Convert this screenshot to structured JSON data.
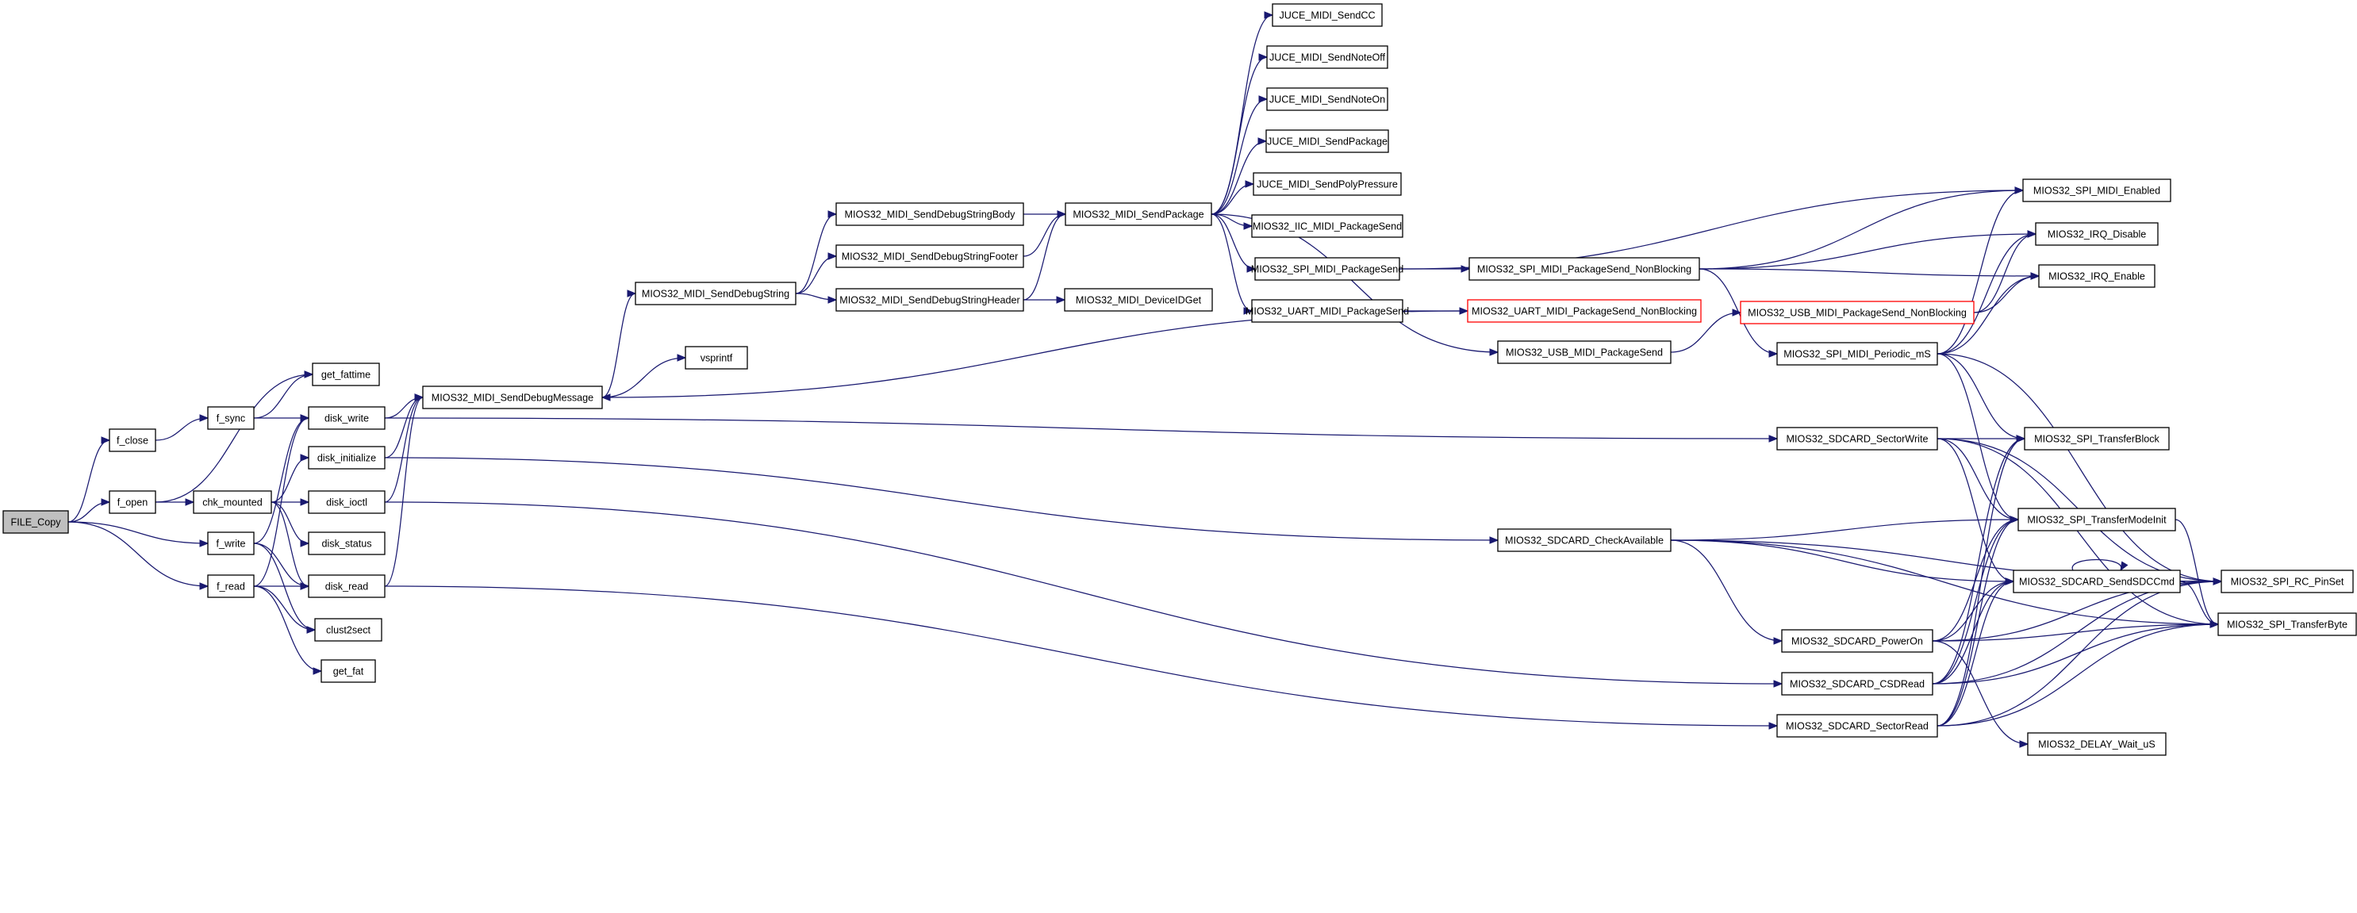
{
  "colors": {
    "edge": "#191970",
    "node_border": "#000000",
    "node_fill": "#ffffff",
    "highlighted_fill": "#bfbfbf",
    "truncated_border": "#ff0000",
    "background": "#ffffff"
  },
  "nodes": [
    {
      "id": "file_copy",
      "label": "FILE_Copy",
      "style": "root"
    },
    {
      "id": "f_close",
      "label": "f_close",
      "style": "normal"
    },
    {
      "id": "f_open",
      "label": "f_open",
      "style": "normal"
    },
    {
      "id": "f_write",
      "label": "f_write",
      "style": "normal"
    },
    {
      "id": "f_read",
      "label": "f_read",
      "style": "normal"
    },
    {
      "id": "f_sync",
      "label": "f_sync",
      "style": "normal"
    },
    {
      "id": "chk_mounted",
      "label": "chk_mounted",
      "style": "normal"
    },
    {
      "id": "get_fattime",
      "label": "get_fattime",
      "style": "normal"
    },
    {
      "id": "disk_write",
      "label": "disk_write",
      "style": "normal"
    },
    {
      "id": "disk_initialize",
      "label": "disk_initialize",
      "style": "normal"
    },
    {
      "id": "disk_ioctl",
      "label": "disk_ioctl",
      "style": "normal"
    },
    {
      "id": "disk_status",
      "label": "disk_status",
      "style": "normal"
    },
    {
      "id": "disk_read",
      "label": "disk_read",
      "style": "normal"
    },
    {
      "id": "clust2sect",
      "label": "clust2sect",
      "style": "normal"
    },
    {
      "id": "get_fat",
      "label": "get_fat",
      "style": "normal"
    },
    {
      "id": "send_debug_message",
      "label": "MIOS32_MIDI_SendDebugMessage",
      "style": "normal"
    },
    {
      "id": "send_debug_string",
      "label": "MIOS32_MIDI_SendDebugString",
      "style": "normal"
    },
    {
      "id": "vsprintf",
      "label": "vsprintf",
      "style": "normal"
    },
    {
      "id": "send_debug_string_body",
      "label": "MIOS32_MIDI_SendDebugStringBody",
      "style": "normal"
    },
    {
      "id": "send_debug_string_footer",
      "label": "MIOS32_MIDI_SendDebugStringFooter",
      "style": "normal"
    },
    {
      "id": "send_debug_string_header",
      "label": "MIOS32_MIDI_SendDebugStringHeader",
      "style": "normal"
    },
    {
      "id": "send_package",
      "label": "MIOS32_MIDI_SendPackage",
      "style": "normal"
    },
    {
      "id": "device_id_get",
      "label": "MIOS32_MIDI_DeviceIDGet",
      "style": "normal"
    },
    {
      "id": "juce_send_cc",
      "label": "JUCE_MIDI_SendCC",
      "style": "normal"
    },
    {
      "id": "juce_send_note_off",
      "label": "JUCE_MIDI_SendNoteOff",
      "style": "normal"
    },
    {
      "id": "juce_send_note_on",
      "label": "JUCE_MIDI_SendNoteOn",
      "style": "normal"
    },
    {
      "id": "juce_send_package",
      "label": "JUCE_MIDI_SendPackage",
      "style": "normal"
    },
    {
      "id": "juce_send_poly_pressure",
      "label": "JUCE_MIDI_SendPolyPressure",
      "style": "normal"
    },
    {
      "id": "iic_package_send",
      "label": "MIOS32_IIC_MIDI_PackageSend",
      "style": "normal"
    },
    {
      "id": "spi_package_send",
      "label": "MIOS32_SPI_MIDI_PackageSend",
      "style": "normal"
    },
    {
      "id": "uart_package_send",
      "label": "MIOS32_UART_MIDI_PackageSend",
      "style": "normal"
    },
    {
      "id": "usb_package_send",
      "label": "MIOS32_USB_MIDI_PackageSend",
      "style": "normal"
    },
    {
      "id": "spi_package_send_nb",
      "label": "MIOS32_SPI_MIDI_PackageSend_NonBlocking",
      "style": "normal"
    },
    {
      "id": "uart_package_send_nb",
      "label": "MIOS32_UART_MIDI_PackageSend_NonBlocking",
      "style": "truncated"
    },
    {
      "id": "usb_package_send_nb",
      "label": "MIOS32_USB_MIDI_PackageSend_NonBlocking",
      "style": "truncated"
    },
    {
      "id": "spi_periodic_ms",
      "label": "MIOS32_SPI_MIDI_Periodic_mS",
      "style": "normal"
    },
    {
      "id": "spi_midi_enabled",
      "label": "MIOS32_SPI_MIDI_Enabled",
      "style": "normal"
    },
    {
      "id": "irq_disable",
      "label": "MIOS32_IRQ_Disable",
      "style": "normal"
    },
    {
      "id": "irq_enable",
      "label": "MIOS32_IRQ_Enable",
      "style": "normal"
    },
    {
      "id": "sdcard_sector_write",
      "label": "MIOS32_SDCARD_SectorWrite",
      "style": "normal"
    },
    {
      "id": "sdcard_check_available",
      "label": "MIOS32_SDCARD_CheckAvailable",
      "style": "normal"
    },
    {
      "id": "sdcard_power_on",
      "label": "MIOS32_SDCARD_PowerOn",
      "style": "normal"
    },
    {
      "id": "sdcard_csd_read",
      "label": "MIOS32_SDCARD_CSDRead",
      "style": "normal"
    },
    {
      "id": "sdcard_sector_read",
      "label": "MIOS32_SDCARD_SectorRead",
      "style": "normal"
    },
    {
      "id": "spi_transfer_block",
      "label": "MIOS32_SPI_TransferBlock",
      "style": "normal"
    },
    {
      "id": "spi_transfer_mode_init",
      "label": "MIOS32_SPI_TransferModeInit",
      "style": "normal"
    },
    {
      "id": "sdcard_send_sdc_cmd",
      "label": "MIOS32_SDCARD_SendSDCCmd",
      "style": "normal"
    },
    {
      "id": "delay_wait_us",
      "label": "MIOS32_DELAY_Wait_uS",
      "style": "normal"
    },
    {
      "id": "spi_rc_pin_set",
      "label": "MIOS32_SPI_RC_PinSet",
      "style": "normal"
    },
    {
      "id": "spi_transfer_byte",
      "label": "MIOS32_SPI_TransferByte",
      "style": "normal"
    }
  ],
  "edges": [
    [
      "file_copy",
      "f_close"
    ],
    [
      "file_copy",
      "f_open"
    ],
    [
      "file_copy",
      "f_write"
    ],
    [
      "file_copy",
      "f_read"
    ],
    [
      "f_close",
      "f_sync"
    ],
    [
      "f_sync",
      "get_fattime"
    ],
    [
      "f_sync",
      "disk_write"
    ],
    [
      "f_open",
      "chk_mounted"
    ],
    [
      "f_open",
      "get_fattime"
    ],
    [
      "chk_mounted",
      "disk_initialize"
    ],
    [
      "chk_mounted",
      "disk_ioctl"
    ],
    [
      "chk_mounted",
      "disk_status"
    ],
    [
      "chk_mounted",
      "disk_read"
    ],
    [
      "f_write",
      "disk_write"
    ],
    [
      "f_write",
      "disk_read"
    ],
    [
      "f_write",
      "clust2sect"
    ],
    [
      "f_read",
      "disk_write"
    ],
    [
      "f_read",
      "disk_read"
    ],
    [
      "f_read",
      "clust2sect"
    ],
    [
      "f_read",
      "get_fat"
    ],
    [
      "disk_write",
      "send_debug_message"
    ],
    [
      "disk_write",
      "sdcard_sector_write"
    ],
    [
      "disk_initialize",
      "send_debug_message"
    ],
    [
      "disk_initialize",
      "sdcard_check_available"
    ],
    [
      "disk_ioctl",
      "send_debug_message"
    ],
    [
      "disk_ioctl",
      "sdcard_csd_read"
    ],
    [
      "disk_read",
      "send_debug_message"
    ],
    [
      "disk_read",
      "sdcard_sector_read"
    ],
    [
      "send_debug_message",
      "send_debug_string"
    ],
    [
      "send_debug_message",
      "vsprintf"
    ],
    [
      "send_debug_string",
      "send_debug_string_body"
    ],
    [
      "send_debug_string",
      "send_debug_string_footer"
    ],
    [
      "send_debug_string",
      "send_debug_string_header"
    ],
    [
      "send_debug_string_body",
      "send_package"
    ],
    [
      "send_debug_string_footer",
      "send_package"
    ],
    [
      "send_debug_string_header",
      "send_package"
    ],
    [
      "send_debug_string_header",
      "device_id_get"
    ],
    [
      "send_package",
      "juce_send_cc"
    ],
    [
      "send_package",
      "juce_send_note_off"
    ],
    [
      "send_package",
      "juce_send_note_on"
    ],
    [
      "send_package",
      "juce_send_package"
    ],
    [
      "send_package",
      "juce_send_poly_pressure"
    ],
    [
      "send_package",
      "iic_package_send"
    ],
    [
      "send_package",
      "spi_package_send"
    ],
    [
      "send_package",
      "uart_package_send"
    ],
    [
      "send_package",
      "usb_package_send"
    ],
    [
      "spi_package_send",
      "spi_package_send_nb"
    ],
    [
      "spi_package_send",
      "spi_midi_enabled"
    ],
    [
      "spi_package_send_nb",
      "spi_midi_enabled"
    ],
    [
      "spi_package_send_nb",
      "irq_disable"
    ],
    [
      "spi_package_send_nb",
      "irq_enable"
    ],
    [
      "spi_package_send_nb",
      "spi_periodic_ms"
    ],
    [
      "uart_package_send",
      "uart_package_send_nb"
    ],
    [
      "uart_package_send_nb",
      "send_debug_message"
    ],
    [
      "usb_package_send",
      "usb_package_send_nb"
    ],
    [
      "usb_package_send_nb",
      "irq_disable"
    ],
    [
      "usb_package_send_nb",
      "irq_enable"
    ],
    [
      "spi_periodic_ms",
      "spi_midi_enabled"
    ],
    [
      "spi_periodic_ms",
      "irq_disable"
    ],
    [
      "spi_periodic_ms",
      "irq_enable"
    ],
    [
      "spi_periodic_ms",
      "spi_transfer_block"
    ],
    [
      "spi_periodic_ms",
      "spi_transfer_mode_init"
    ],
    [
      "spi_periodic_ms",
      "spi_rc_pin_set"
    ],
    [
      "sdcard_sector_write",
      "spi_transfer_block"
    ],
    [
      "sdcard_sector_write",
      "spi_transfer_mode_init"
    ],
    [
      "sdcard_sector_write",
      "sdcard_send_sdc_cmd"
    ],
    [
      "sdcard_sector_write",
      "spi_rc_pin_set"
    ],
    [
      "sdcard_sector_write",
      "spi_transfer_byte"
    ],
    [
      "sdcard_check_available",
      "sdcard_power_on"
    ],
    [
      "sdcard_check_available",
      "spi_transfer_mode_init"
    ],
    [
      "sdcard_check_available",
      "sdcard_send_sdc_cmd"
    ],
    [
      "sdcard_check_available",
      "spi_rc_pin_set"
    ],
    [
      "sdcard_check_available",
      "spi_transfer_byte"
    ],
    [
      "sdcard_power_on",
      "spi_transfer_mode_init"
    ],
    [
      "sdcard_power_on",
      "sdcard_send_sdc_cmd"
    ],
    [
      "sdcard_power_on",
      "spi_rc_pin_set"
    ],
    [
      "sdcard_power_on",
      "spi_transfer_byte"
    ],
    [
      "sdcard_power_on",
      "delay_wait_us"
    ],
    [
      "sdcard_csd_read",
      "spi_transfer_block"
    ],
    [
      "sdcard_csd_read",
      "spi_transfer_mode_init"
    ],
    [
      "sdcard_csd_read",
      "sdcard_send_sdc_cmd"
    ],
    [
      "sdcard_csd_read",
      "spi_rc_pin_set"
    ],
    [
      "sdcard_csd_read",
      "spi_transfer_byte"
    ],
    [
      "sdcard_sector_read",
      "spi_transfer_block"
    ],
    [
      "sdcard_sector_read",
      "spi_transfer_mode_init"
    ],
    [
      "sdcard_sector_read",
      "sdcard_send_sdc_cmd"
    ],
    [
      "sdcard_sector_read",
      "spi_rc_pin_set"
    ],
    [
      "sdcard_sector_read",
      "spi_transfer_byte"
    ],
    [
      "sdcard_send_sdc_cmd",
      "sdcard_send_sdc_cmd"
    ],
    [
      "sdcard_send_sdc_cmd",
      "spi_rc_pin_set"
    ],
    [
      "sdcard_send_sdc_cmd",
      "spi_transfer_byte"
    ],
    [
      "spi_transfer_mode_init",
      "spi_transfer_byte"
    ]
  ]
}
